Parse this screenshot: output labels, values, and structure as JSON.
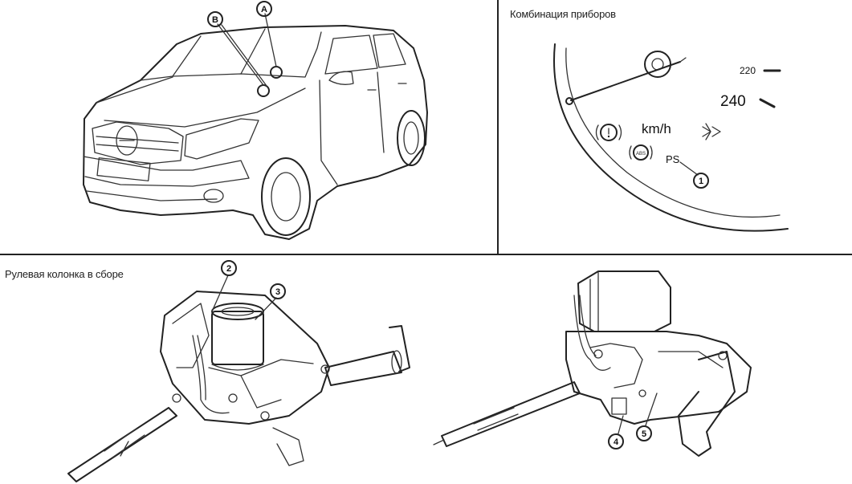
{
  "panels": {
    "cluster": {
      "caption": "Комбинация приборов"
    },
    "steering": {
      "caption": "Рулевая колонка в сборе"
    }
  },
  "callouts": {
    "a": "A",
    "b": "B",
    "c1": "1",
    "c2": "2",
    "c3": "3",
    "c4": "4",
    "c5": "5"
  },
  "gauge": {
    "tick_220": "220",
    "tick_240": "240",
    "unit": "km/h",
    "ps_label": "PS"
  }
}
